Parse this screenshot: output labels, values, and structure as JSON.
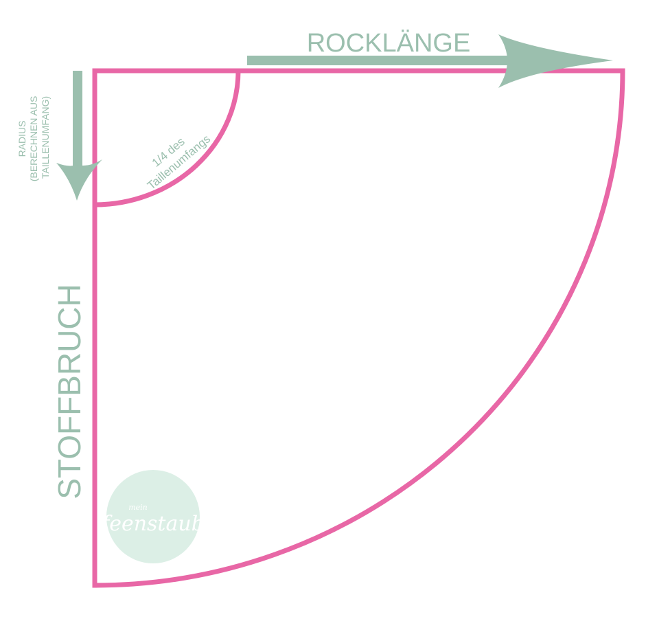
{
  "diagram": {
    "title_top": "ROCKLÄNGE",
    "label_fold": "STOFFBRUCH",
    "label_radius": [
      "RADIUS",
      "(BERECHNEN AUS",
      "TAILLENUMFANG)"
    ],
    "label_waist": [
      "1/4 des",
      "Taillenumfangs"
    ],
    "colors": {
      "pattern_line": "#e867a6",
      "accent": "#9bbfae",
      "logo_circle": "#dcefe6"
    }
  },
  "logo": {
    "small": "mein",
    "main": "feenstaub"
  }
}
